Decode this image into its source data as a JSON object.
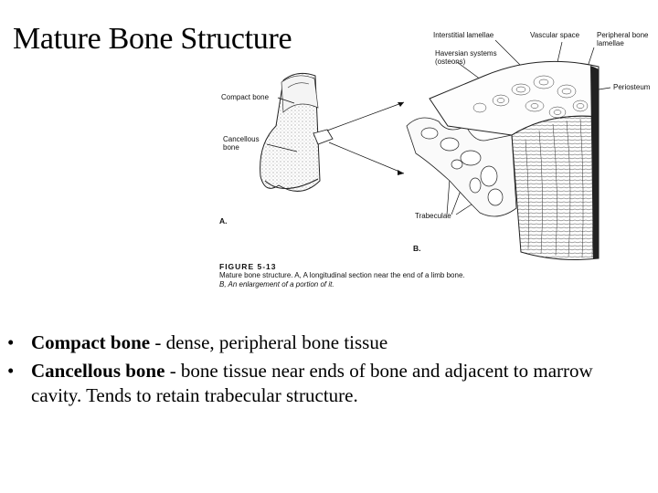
{
  "title": "Mature Bone Structure",
  "figure": {
    "labels": {
      "compact_bone": "Compact bone",
      "cancellous_line1": "Cancellous",
      "cancellous_line2": "bone",
      "panel_a": "A.",
      "interstitial": "Interstitial lamellae",
      "vascular": "Vascular space",
      "peripheral_line1": "Peripheral bone",
      "peripheral_line2": "lamellae",
      "haversian_line1": "Haversian systems",
      "haversian_line2": "(osteons)",
      "periosteum": "Periosteum",
      "trabeculae": "Trabeculae",
      "panel_b": "B."
    },
    "caption": {
      "number": "FIGURE 5-13",
      "line1": "Mature bone structure. A, A longitudinal section near the end of a limb bone.",
      "line2": "B, An enlargement of a portion of it."
    }
  },
  "bullets": [
    {
      "term": "Compact bone",
      "text": " - dense, peripheral bone tissue"
    },
    {
      "term": "Cancellous bone",
      "text": " - bone tissue near ends of bone and adjacent to marrow cavity. Tends to retain trabecular structure."
    }
  ],
  "bullet_char": "•"
}
